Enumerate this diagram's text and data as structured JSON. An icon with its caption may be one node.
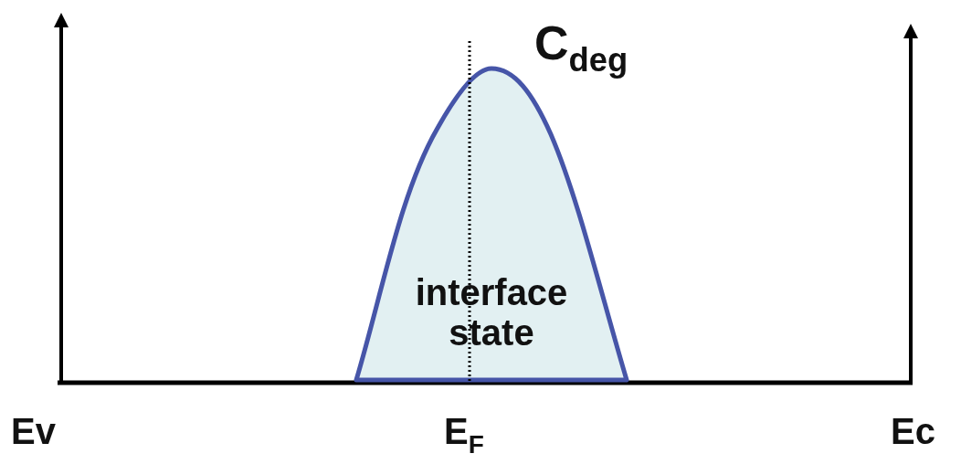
{
  "diagram": {
    "nodes": [
      {
        "text": [
          "interface state"
        ]
      }
    ],
    "labels": [
      "C$_{deg}$",
      "Ev",
      "E$_{F}$",
      "Ec"
    ]
  }
}
